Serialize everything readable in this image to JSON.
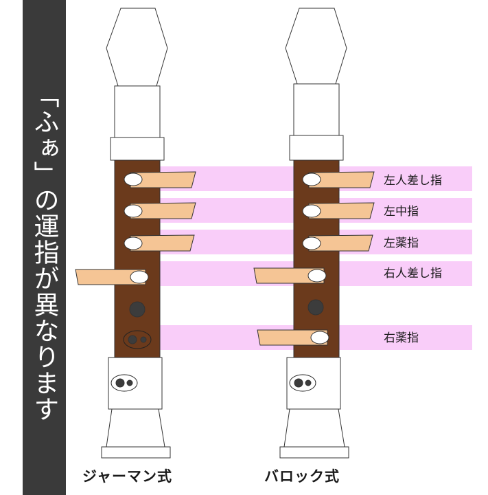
{
  "title": "「ふぁ」の運指が異なります",
  "recorders": [
    {
      "caption": "ジャーマン式"
    },
    {
      "caption": "バロック式"
    }
  ],
  "finger_labels": [
    "左人差し指",
    "左中指",
    "左薬指",
    "右人差し指",
    "右薬指"
  ],
  "colors": {
    "banner": "#3a3a3a",
    "highlight": "#f9cdf9",
    "body_wood": "#6b3a1c",
    "finger": "#f5c595",
    "hole": "#3c3c3c"
  }
}
